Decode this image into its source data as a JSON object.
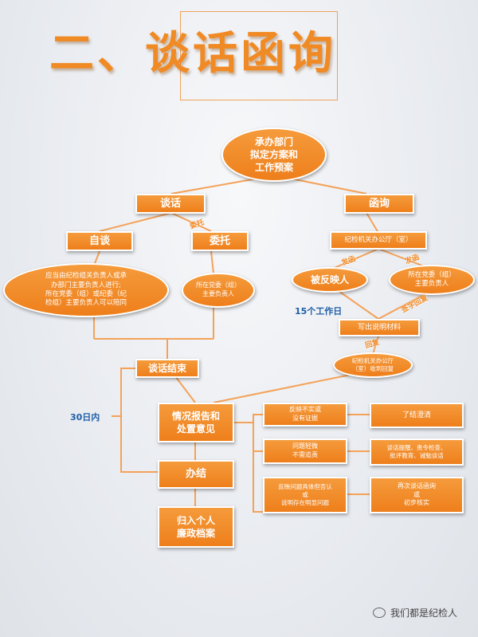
{
  "title": "二、谈话函询",
  "nodes": {
    "start": "承办部门\n拟定方案和\n工作预案",
    "tanhua": "谈话",
    "hanxun": "函询",
    "zitan": "自谈",
    "weituo": "委托",
    "zitan_detail": "应当由纪检组关负责人或承\n办部门主要负责人进行;\n所在党委（组）或纪委（纪\n检组）主要负责人可以陪同",
    "weituo_detail": "所在党委（组）\n主要负责人",
    "office": "纪检机关办公厅（室）",
    "fanying": "被反映人",
    "party_head": "所在党委（组）\n主要负责人",
    "written": "写出说明材料",
    "receive": "纪检机关办公厅\n（室）收到回复",
    "talk_end": "谈话结束",
    "report": "情况报告和\n处置意见",
    "close": "办结",
    "archive": "归入个人\n廉政档案",
    "c1": "反映不实或\n没有证据",
    "c2": "问题轻微\n不需追责",
    "c3": "反映问题具体但否认\n或\n说明存在明显问题",
    "r1": "了结澄清",
    "r2": "谈话提醒、责令检查、\n批评教育、诫勉谈话",
    "r3": "再次谈话函询\n或\n初步核实"
  },
  "tags": {
    "commission": "委托",
    "send1": "发函",
    "send2": "发函",
    "sign_return": "签字回复",
    "return": "回复"
  },
  "annotations": {
    "days15": "15个工作日",
    "days30": "30日内"
  },
  "watermark": "我们都是纪检人",
  "colors": {
    "accent": "#f08a24",
    "line": "#f4a259",
    "blue": "#1f5fa8"
  }
}
